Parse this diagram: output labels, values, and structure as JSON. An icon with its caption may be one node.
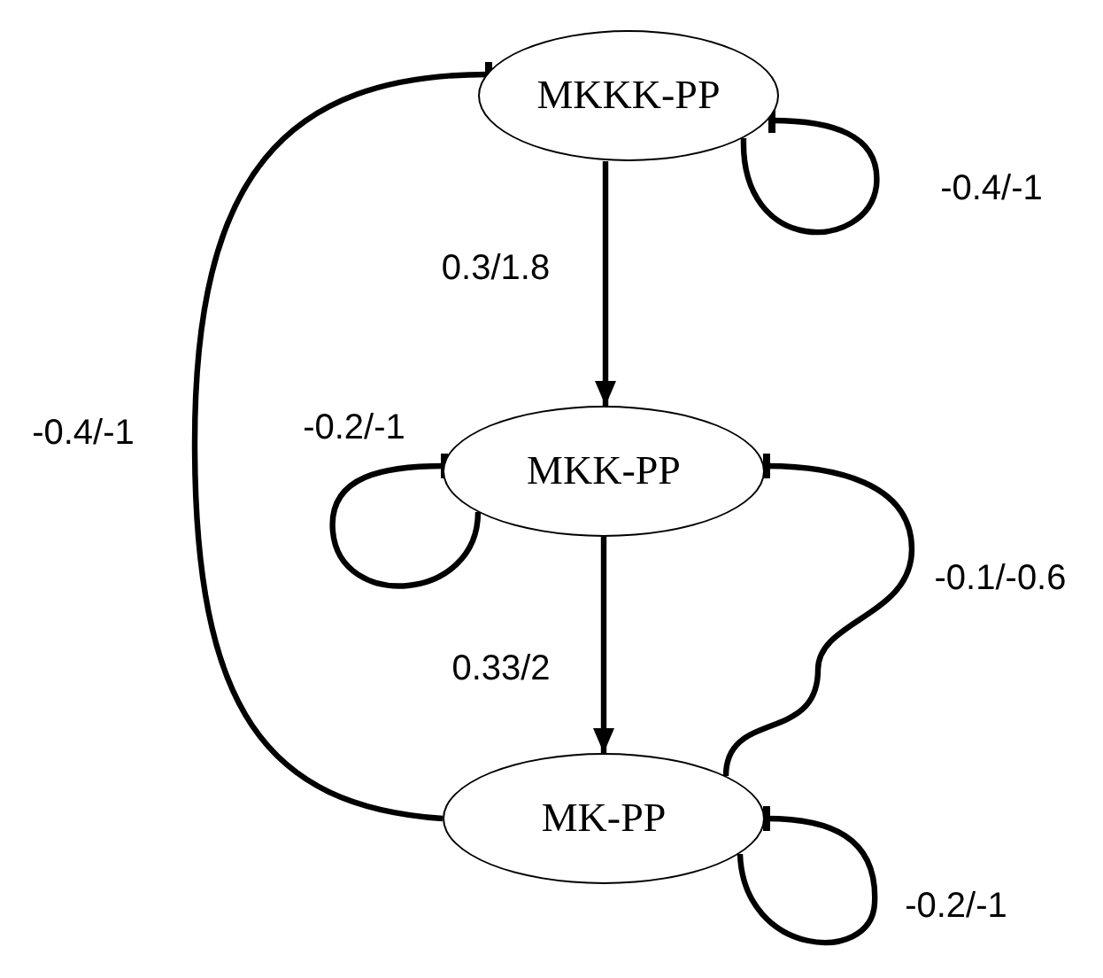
{
  "diagram": {
    "nodes": [
      {
        "text": [
          "MKKK-PP"
        ]
      },
      {
        "text": [
          "MKK-PP"
        ]
      },
      {
        "text": [
          "MK-PP"
        ]
      }
    ],
    "edges": [
      {
        "from": 0,
        "to": 0,
        "arrow": "other",
        "label": "-0.4/-1"
      },
      {
        "from": 0,
        "to": 1,
        "arrow": "to",
        "label": "0.3/1.8"
      },
      {
        "from": 1,
        "to": 1,
        "arrow": "other",
        "label": "-0.2/-1"
      },
      {
        "from": 1,
        "to": 2,
        "arrow": "to",
        "label": "0.33/2"
      },
      {
        "from": 2,
        "to": 1,
        "arrow": "other",
        "label": "-0.1/-0.6"
      },
      {
        "from": 2,
        "to": 2,
        "arrow": "other",
        "label": "-0.2/-1"
      },
      {
        "from": 2,
        "to": 0,
        "arrow": "other",
        "label": "-0.4/-1"
      }
    ]
  }
}
